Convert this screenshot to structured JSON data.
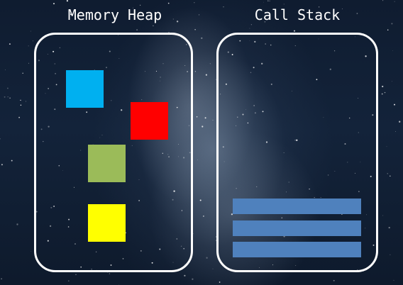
{
  "memory_heap": {
    "title": "Memory Heap",
    "objects": [
      {
        "color": "#00b0f0"
      },
      {
        "color": "#ff0000"
      },
      {
        "color": "#9bbb59"
      },
      {
        "color": "#ffff00"
      }
    ]
  },
  "call_stack": {
    "title": "Call Stack",
    "frame_count": 3,
    "frame_color": "#4f81bd"
  },
  "colors": {
    "panel_border": "#ffffff",
    "title_text": "#ffffff"
  }
}
